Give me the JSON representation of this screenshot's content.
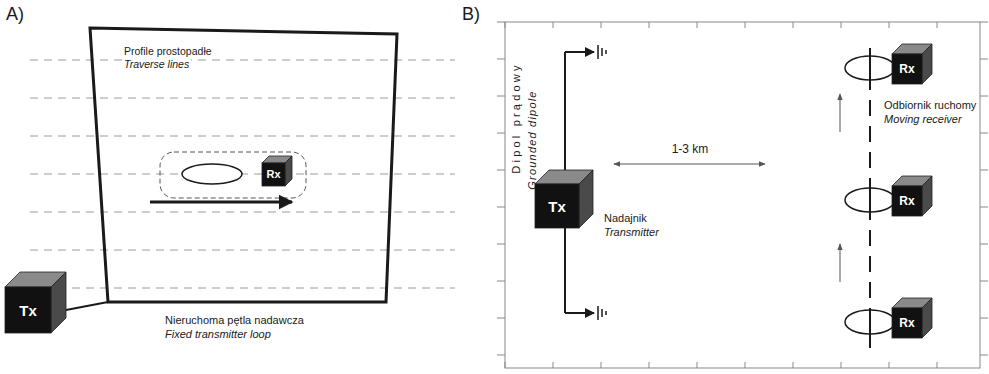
{
  "diagram": {
    "nodes": [
      {
        "text": [
          "Nieruchoma pętla nadawcza",
          "Fixed transmitter loop"
        ]
      },
      {
        "text": [
          "Rx"
        ],
        "in": 0
      },
      {
        "text": [
          "Tx"
        ]
      },
      {
        "text": [
          "Tx"
        ]
      },
      {
        "text": [
          "Rx"
        ]
      },
      {
        "text": [
          "Rx"
        ]
      },
      {
        "text": [
          "Rx"
        ]
      }
    ],
    "edges": [
      {
        "from": 2,
        "to": 0,
        "arrow": "none"
      }
    ],
    "labels": [
      "A)",
      "Profile prostopadłe",
      "Traverse lines",
      "B)",
      "Dipol prądowy",
      "Grounded dipole",
      "Nadajnik",
      "Transmitter",
      "1-3 km",
      "Odbiornik ruchomy",
      "Moving receiver"
    ]
  }
}
